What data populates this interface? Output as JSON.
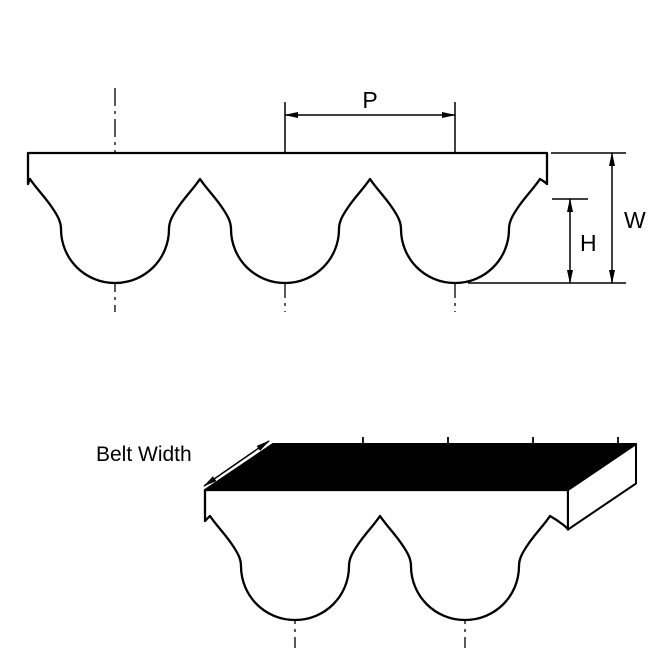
{
  "diagram": {
    "background_color": "#ffffff",
    "line_color": "#000000",
    "top_surface_color": "#000000",
    "labels": {
      "pitch": "P",
      "belt_thickness": "W",
      "tooth_height": "H",
      "belt_width": "Belt Width"
    }
  }
}
